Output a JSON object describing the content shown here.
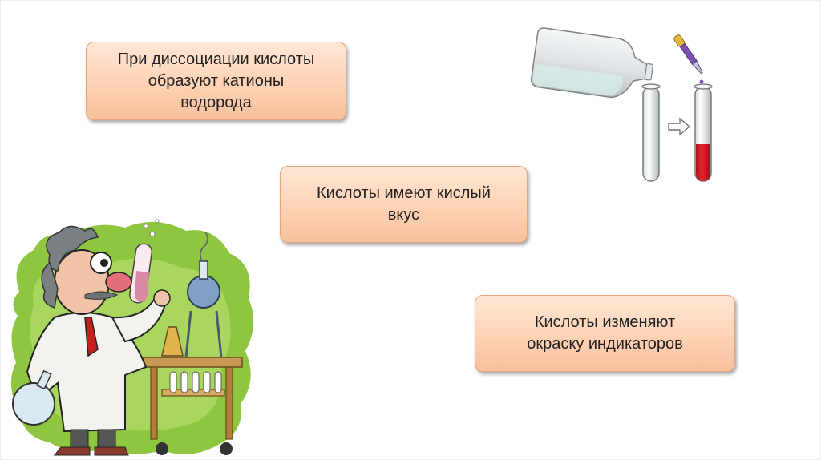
{
  "statements": [
    {
      "lines": [
        "При диссоциации кислоты",
        "образуют катионы",
        "водорода"
      ]
    },
    {
      "lines": [
        "Кислоты имеют кислый",
        "вкус"
      ]
    },
    {
      "lines": [
        "Кислоты изменяют",
        "окраску индикаторов"
      ]
    }
  ],
  "colors": {
    "callout_fill": "#ffd2b4",
    "callout_border": "#e8a47a",
    "indicator_red": "#d7232a",
    "grass_green": "#8ec63f"
  },
  "illustrations": {
    "scientist": "cartoon-scientist-with-test-tube-illustration",
    "experiment": "bottle-pouring-into-test-tube-with-dropper-illustration"
  }
}
